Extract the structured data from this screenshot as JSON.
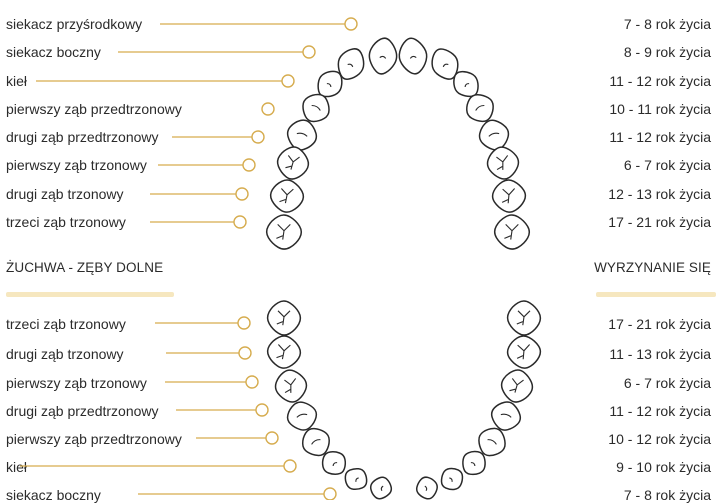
{
  "colors": {
    "accent": "#d6ac4e",
    "bar": "#f6e7bf",
    "text": "#2b2b2b",
    "tooth_stroke": "#2a2a2a"
  },
  "upper": {
    "rows": [
      {
        "name": "siekacz przyśrodkowy",
        "age": "7 - 8 rok życia"
      },
      {
        "name": "siekacz boczny",
        "age": "8 - 9 rok życia"
      },
      {
        "name": "kieł",
        "age": "11 - 12 rok życia"
      },
      {
        "name": "pierwszy ząb przedtrzonowy",
        "age": "10 - 11 rok życia"
      },
      {
        "name": "drugi ząb przedtrzonowy",
        "age": "11 - 12 rok życia"
      },
      {
        "name": "pierwszy ząb trzonowy",
        "age": "6 - 7 rok życia"
      },
      {
        "name": "drugi ząb trzonowy",
        "age": "12 - 13 rok życia"
      },
      {
        "name": "trzeci ząb trzonowy",
        "age": "17 - 21 rok życia"
      }
    ]
  },
  "lower": {
    "section_title": "ŻUCHWA - ZĘBY DOLNE",
    "column_title": "WYRZYNANIE SIĘ",
    "rows": [
      {
        "name": "trzeci ząb trzonowy",
        "age": "17 - 21 rok życia"
      },
      {
        "name": "drugi ząb trzonowy",
        "age": "11 - 13 rok życia"
      },
      {
        "name": "pierwszy ząb trzonowy",
        "age": "6 - 7 rok życia"
      },
      {
        "name": "drugi ząb przedtrzonowy",
        "age": "11 - 12 rok życia"
      },
      {
        "name": "pierwszy ząb przedtrzonowy",
        "age": "10 - 12 rok życia"
      },
      {
        "name": "kieł",
        "age": "9 - 10 rok życia"
      },
      {
        "name": "siekacz boczny",
        "age": "7 - 8 rok życia"
      }
    ]
  }
}
